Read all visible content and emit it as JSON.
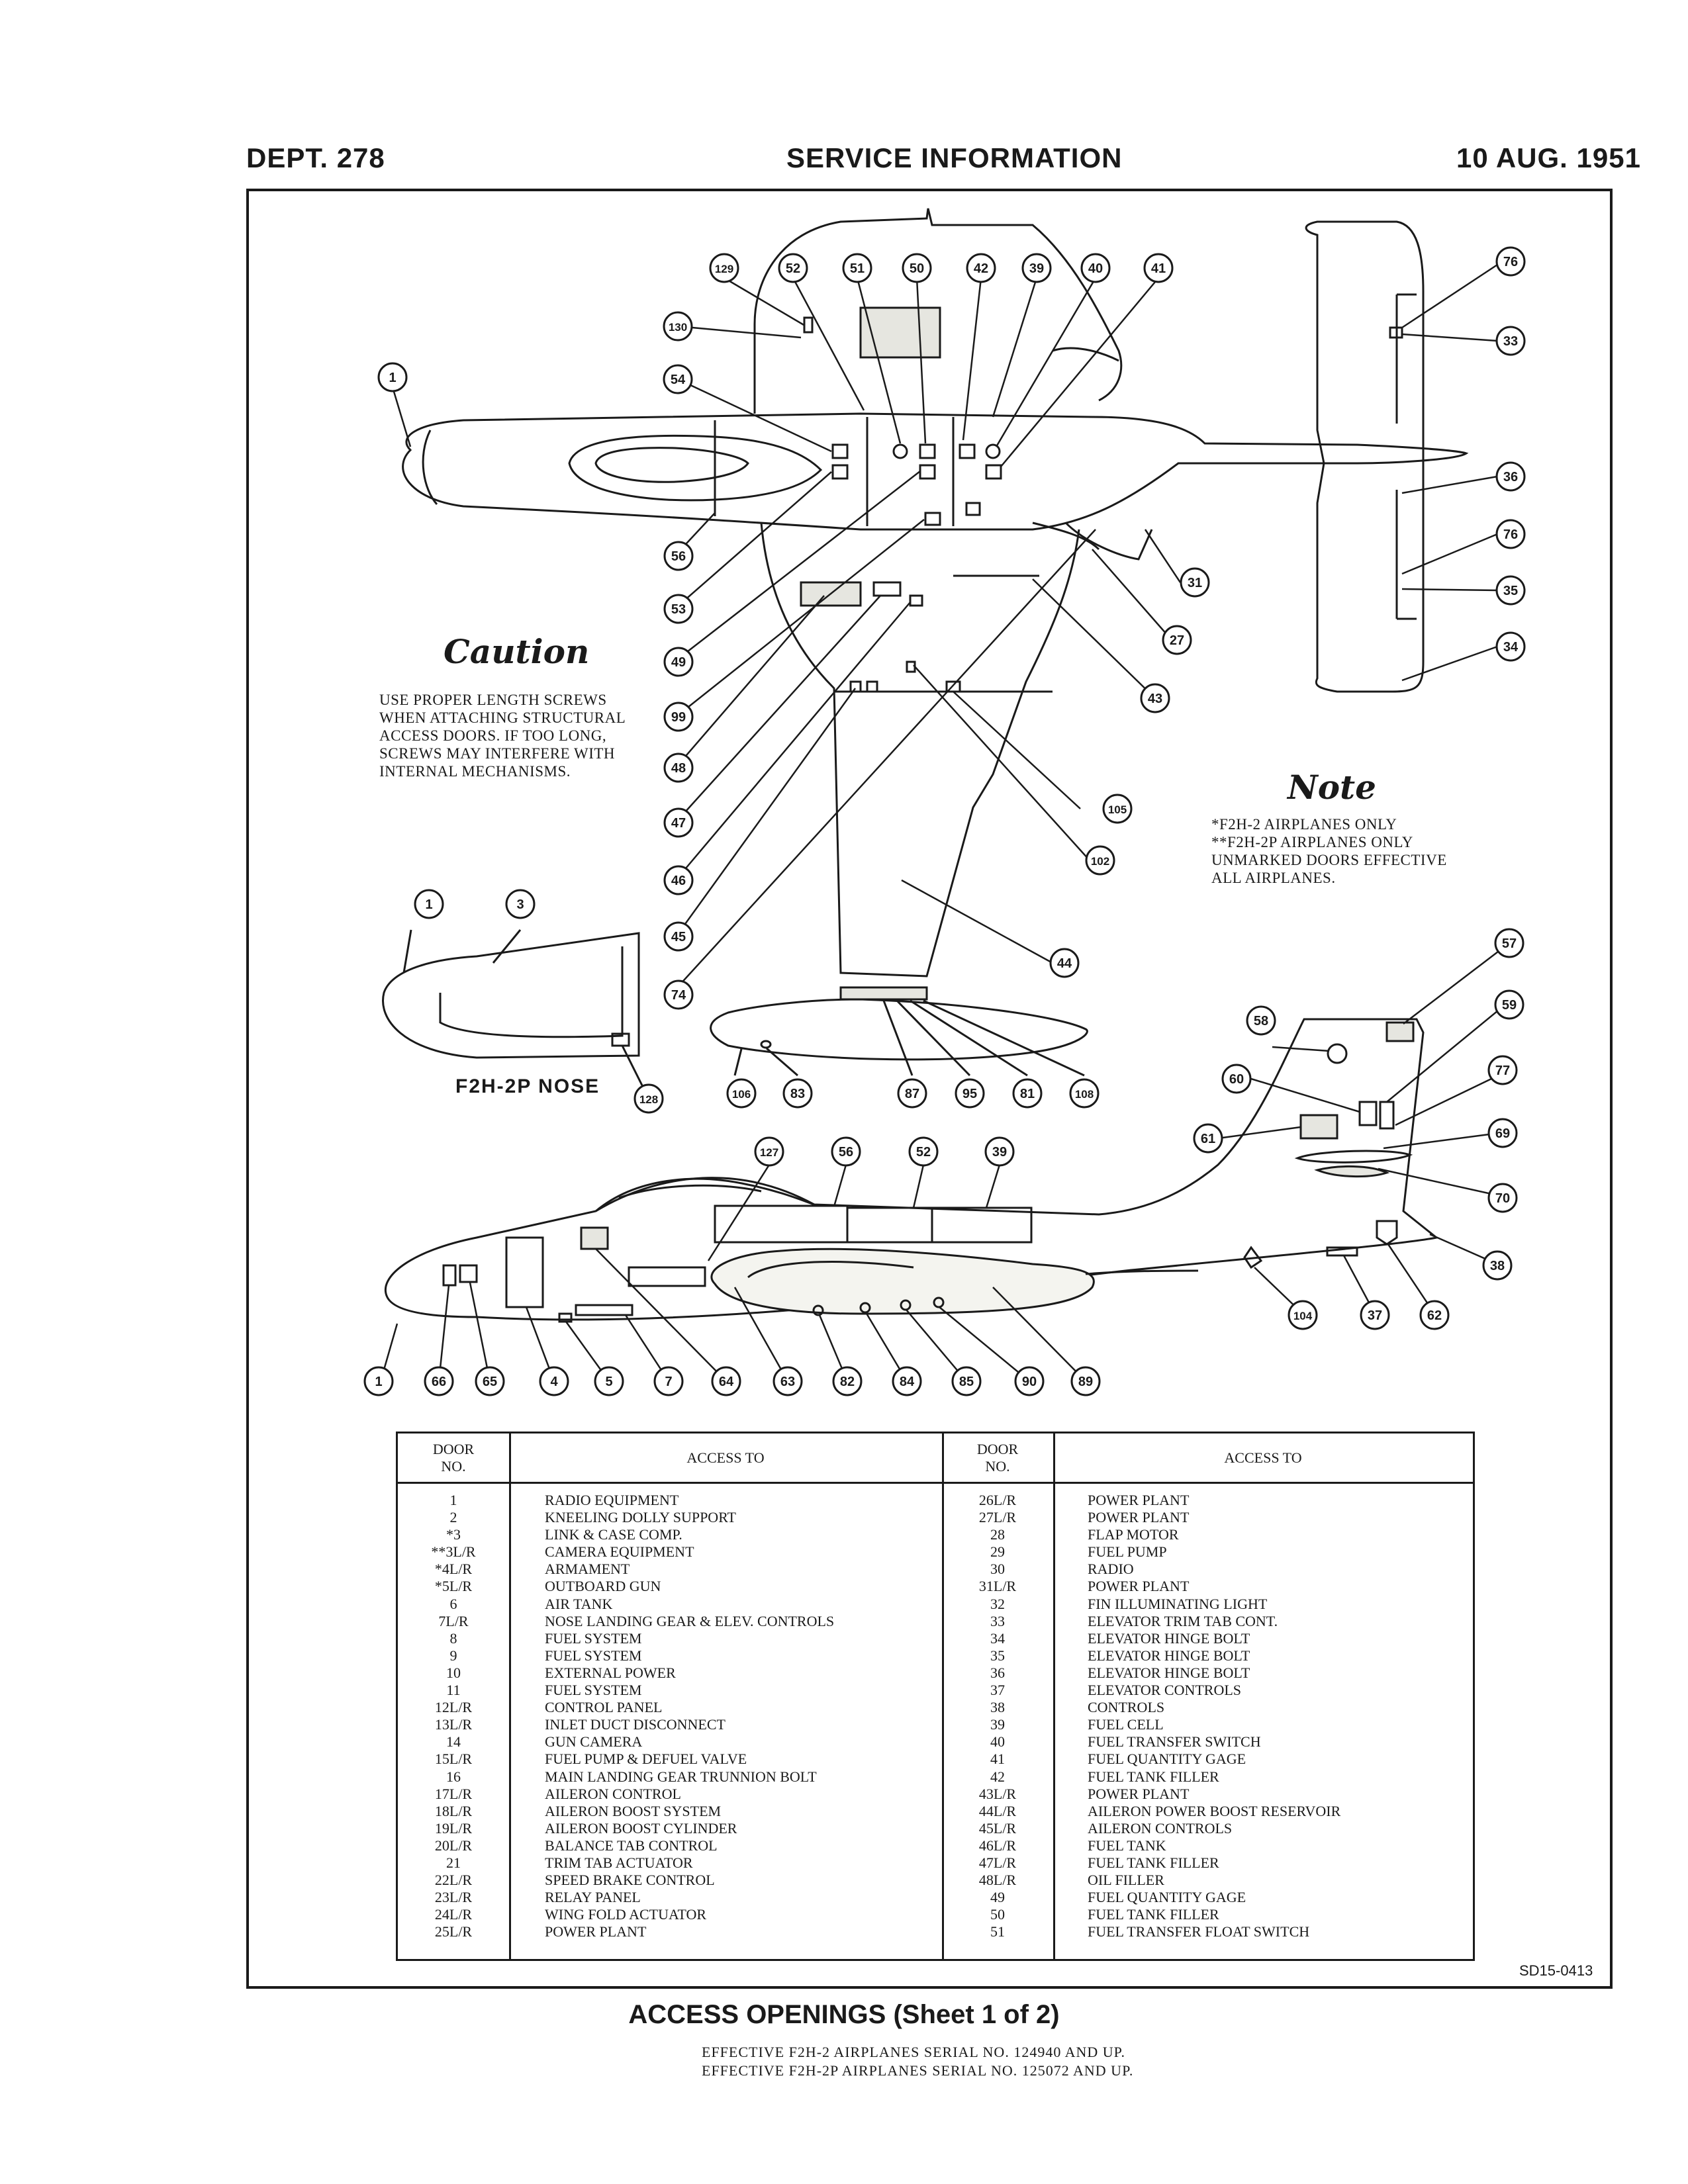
{
  "header": {
    "dept": "DEPT. 278",
    "title": "SERVICE INFORMATION",
    "date": "10 AUG. 1951"
  },
  "caution": {
    "title": "Caution",
    "text": "USE PROPER LENGTH SCREWS\nWHEN ATTACHING STRUCTURAL\nACCESS DOORS.  IF TOO LONG,\nSCREWS MAY INTERFERE WITH\nINTERNAL MECHANISMS."
  },
  "note": {
    "title": "Note",
    "lines": [
      "*F2H-2 AIRPLANES ONLY",
      "**F2H-2P AIRPLANES ONLY",
      "UNMARKED DOORS EFFECTIVE",
      "ALL AIRPLANES."
    ]
  },
  "nose_caption": "F2H-2P  NOSE",
  "callouts": {
    "top_view": [
      "129",
      "52",
      "51",
      "50",
      "42",
      "39",
      "40",
      "41",
      "130",
      "54",
      "1",
      "56",
      "53",
      "49",
      "99",
      "48",
      "47",
      "46",
      "45",
      "74",
      "31",
      "27",
      "43",
      "105",
      "102",
      "44",
      "76",
      "33",
      "36",
      "76",
      "35",
      "34"
    ],
    "nose": [
      "1",
      "3",
      "128"
    ],
    "wing_section": [
      "106",
      "83",
      "87",
      "95",
      "81",
      "108"
    ],
    "side_view": [
      "127",
      "56",
      "52",
      "39",
      "58",
      "57",
      "59",
      "60",
      "77",
      "61",
      "69",
      "70",
      "38",
      "104",
      "37",
      "62",
      "1",
      "66",
      "65",
      "4",
      "5",
      "7",
      "64",
      "63",
      "82",
      "84",
      "85",
      "90",
      "89"
    ]
  },
  "table": {
    "headers": {
      "door_no": "DOOR\nNO.",
      "access_to": "ACCESS TO"
    },
    "left": [
      [
        "1",
        "RADIO EQUIPMENT"
      ],
      [
        "2",
        "KNEELING DOLLY SUPPORT"
      ],
      [
        "*3",
        "LINK & CASE  COMP."
      ],
      [
        "**3L/R",
        "CAMERA EQUIPMENT"
      ],
      [
        "*4L/R",
        "ARMAMENT"
      ],
      [
        "*5L/R",
        "OUTBOARD GUN"
      ],
      [
        "6",
        "AIR TANK"
      ],
      [
        "7L/R",
        "NOSE LANDING GEAR & ELEV. CONTROLS"
      ],
      [
        "8",
        "FUEL SYSTEM"
      ],
      [
        "9",
        "FUEL SYSTEM"
      ],
      [
        "10",
        "EXTERNAL POWER"
      ],
      [
        "11",
        "FUEL SYSTEM"
      ],
      [
        "12L/R",
        "CONTROL PANEL"
      ],
      [
        "13L/R",
        "INLET DUCT DISCONNECT"
      ],
      [
        "14",
        "GUN CAMERA"
      ],
      [
        "15L/R",
        "FUEL PUMP & DEFUEL VALVE"
      ],
      [
        "16",
        "MAIN LANDING GEAR TRUNNION BOLT"
      ],
      [
        "17L/R",
        "AILERON CONTROL"
      ],
      [
        "18L/R",
        "AILERON BOOST SYSTEM"
      ],
      [
        "19L/R",
        "AILERON BOOST CYLINDER"
      ],
      [
        "20L/R",
        "BALANCE TAB CONTROL"
      ],
      [
        "21",
        "TRIM TAB ACTUATOR"
      ],
      [
        "22L/R",
        "SPEED BRAKE CONTROL"
      ],
      [
        "23L/R",
        "RELAY PANEL"
      ],
      [
        "24L/R",
        "WING FOLD ACTUATOR"
      ],
      [
        "25L/R",
        "POWER PLANT"
      ]
    ],
    "right": [
      [
        "26L/R",
        "POWER PLANT"
      ],
      [
        "27L/R",
        "POWER PLANT"
      ],
      [
        "28",
        "FLAP MOTOR"
      ],
      [
        "29",
        "FUEL PUMP"
      ],
      [
        "30",
        "RADIO"
      ],
      [
        "31L/R",
        "POWER PLANT"
      ],
      [
        "32",
        "FIN ILLUMINATING LIGHT"
      ],
      [
        "33",
        "ELEVATOR TRIM TAB CONT."
      ],
      [
        "34",
        "ELEVATOR HINGE BOLT"
      ],
      [
        "35",
        "ELEVATOR HINGE BOLT"
      ],
      [
        "36",
        "ELEVATOR HINGE BOLT"
      ],
      [
        "37",
        "ELEVATOR CONTROLS"
      ],
      [
        "38",
        "CONTROLS"
      ],
      [
        "39",
        "FUEL CELL"
      ],
      [
        "40",
        "FUEL TRANSFER SWITCH"
      ],
      [
        "41",
        "FUEL QUANTITY GAGE"
      ],
      [
        "42",
        "FUEL TANK FILLER"
      ],
      [
        "43L/R",
        "POWER PLANT"
      ],
      [
        "44L/R",
        "AILERON POWER BOOST RESERVOIR"
      ],
      [
        "45L/R",
        "AILERON CONTROLS"
      ],
      [
        "46L/R",
        "FUEL TANK"
      ],
      [
        "47L/R",
        "FUEL TANK FILLER"
      ],
      [
        "48L/R",
        "OIL FILLER"
      ],
      [
        "49",
        "FUEL QUANTITY GAGE"
      ],
      [
        "50",
        "FUEL TANK FILLER"
      ],
      [
        "51",
        "FUEL TRANSFER FLOAT SWITCH"
      ]
    ]
  },
  "doc_number": "SD15-0413",
  "footer": {
    "title": "ACCESS  OPENINGS (Sheet  1  of  2)",
    "eff1": "EFFECTIVE F2H-2 AIRPLANES SERIAL NO. 124940 AND UP.",
    "eff2": "EFFECTIVE F2H-2P AIRPLANES SERIAL NO. 125072 AND UP."
  },
  "colors": {
    "ink": "#1a1a1a",
    "paper": "#ffffff",
    "shade": "#e6e6e0"
  }
}
